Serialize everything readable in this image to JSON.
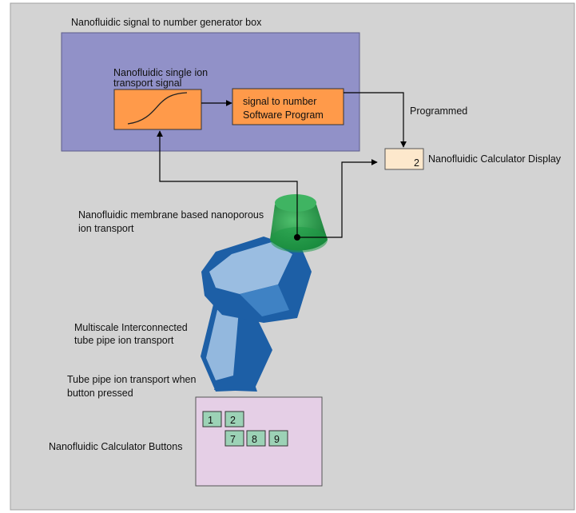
{
  "diagram": {
    "generator_box": {
      "title": "Nanofluidic signal to number generator box"
    },
    "signal_box": {
      "label_line1": "Nanofluidic single ion",
      "label_line2": "transport signal"
    },
    "software_box": {
      "line1": "signal to number",
      "line2": "Software Program"
    },
    "arrow_label": "Programmed",
    "display": {
      "value": "2",
      "label": "Nanofluidic Calculator Display"
    },
    "membrane": {
      "line1": "Nanofluidic membrane based nanoporous",
      "line2": "ion transport"
    },
    "multiscale": {
      "line1": "Multiscale Interconnected",
      "line2": "tube pipe ion transport"
    },
    "tube_pipe": {
      "line1": "Tube pipe ion transport when",
      "line2": "button pressed"
    },
    "buttons_panel": {
      "label": "Nanofluidic Calculator Buttons",
      "keys": [
        "1",
        "2",
        "7",
        "8",
        "9"
      ]
    },
    "colors": {
      "background": "#d3d3d3",
      "generator_box": "#9191c8",
      "orange": "#ff9a4a",
      "display": "#fde8cc",
      "membrane_green": "#1e9a46",
      "pipe_blue": "#1d5fa6",
      "pipe_light": "#a8c8e8",
      "buttons_panel": "#e5cfe6",
      "key": "#9cd2b6"
    }
  }
}
